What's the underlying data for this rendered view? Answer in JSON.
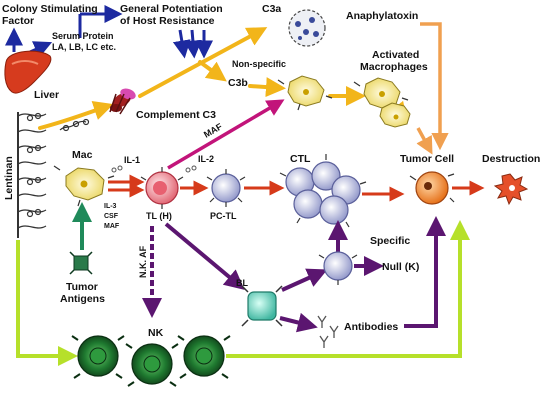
{
  "labels": {
    "colony_stimulating_factor_1": "Colony Stimulating",
    "colony_stimulating_factor_2": "Factor",
    "general_potentiation_1": "General Potentiation",
    "general_potentiation_2": "of Host Resistance",
    "serum_protein_1": "Serum Protein",
    "serum_protein_2": "LA, LB, LC etc.",
    "liver": "Liver",
    "c3a": "C3a",
    "anaphylatoxin": "Anaphylatoxin",
    "non_specific": "Non-specific",
    "c3b": "C3b",
    "activated_macrophages_1": "Activated",
    "activated_macrophages_2": "Macrophages",
    "complement_c3": "Complement C3",
    "lentinan": "Lentinan",
    "maf": "MAF",
    "mac": "Mac",
    "il1": "IL-1",
    "il2": "IL-2",
    "ctl": "CTL",
    "tumor_cell": "Tumor Cell",
    "destruction": "Destruction",
    "il3": "IL-3",
    "csf": "CSF",
    "maf_small": "MAF",
    "tl_h": "TL (H)",
    "pc_tl": "PC-TL",
    "specific": "Specific",
    "nk_af": "N.K. AF",
    "bl": "BL",
    "null_k": "Null (K)",
    "tumor_antigens_1": "Tumor",
    "tumor_antigens_2": "Antigens",
    "antibodies": "Antibodies",
    "nk": "NK"
  },
  "colors": {
    "blue_arrow": "#1d2aa0",
    "yellow_arrow": "#f2b51a",
    "orange_arrow": "#f0a050",
    "red_arrow": "#d63a1a",
    "magenta_arrow": "#c2147a",
    "purple_arrow": "#5b1670",
    "green_arrow": "#1f8a5a",
    "lime_line": "#b6e02a",
    "liver": "#d63b1e",
    "mac_cell": "#f6e88a",
    "t_cell": "#d9dcf2",
    "tl_cell": "#f4a0a8",
    "bl_cell": "#7fd8c8",
    "tumor_cell": "#f08a2a",
    "nk_cell": "#1a5a2a"
  },
  "icons": [
    "liver-icon",
    "lentinan-chain-icon",
    "complement-c3-icon",
    "anaphylatoxin-icon",
    "macrophage-icon",
    "t-lymphocyte-icon",
    "b-lymphocyte-icon",
    "tumor-cell-icon",
    "destroyed-tumor-icon",
    "nk-cell-icon",
    "antibody-icon",
    "antigen-icon"
  ]
}
